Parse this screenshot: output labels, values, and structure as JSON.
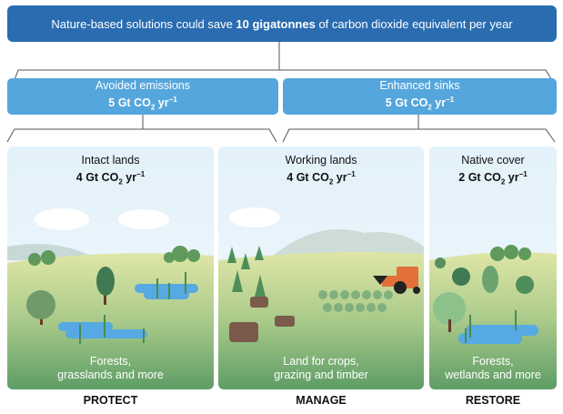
{
  "header": {
    "prefix": "Nature-based solutions could save ",
    "bold": "10 gigatonnes",
    "suffix": " of carbon dioxide equivalent per year"
  },
  "categories": [
    {
      "title": "Avoided emissions",
      "amount": "5 Gt CO",
      "sub": "2",
      "unit": " yr",
      "sup": "−1"
    },
    {
      "title": "Enhanced sinks",
      "amount": "5 Gt CO",
      "sub": "2",
      "unit": " yr",
      "sup": "−1"
    }
  ],
  "panels": [
    {
      "title": "Intact lands",
      "amount": "4 Gt CO",
      "sub": "2",
      "unit": " yr",
      "sup": "−1",
      "desc1": "Forests,",
      "desc2": "grasslands and more",
      "action": "PROTECT"
    },
    {
      "title": "Working lands",
      "amount": "4 Gt CO",
      "sub": "2",
      "unit": " yr",
      "sup": "−1",
      "desc1": "Land for crops,",
      "desc2": "grazing and timber",
      "action": "MANAGE"
    },
    {
      "title": "Native cover",
      "amount": "2 Gt CO",
      "sub": "2",
      "unit": " yr",
      "sup": "−1",
      "desc1": "Forests,",
      "desc2": "wetlands and more",
      "action": "RESTORE"
    }
  ],
  "colors": {
    "dark_blue": "#2a6cb0",
    "light_blue": "#55a6dd",
    "grass": "#6aa36f",
    "water": "#56a9e2"
  }
}
